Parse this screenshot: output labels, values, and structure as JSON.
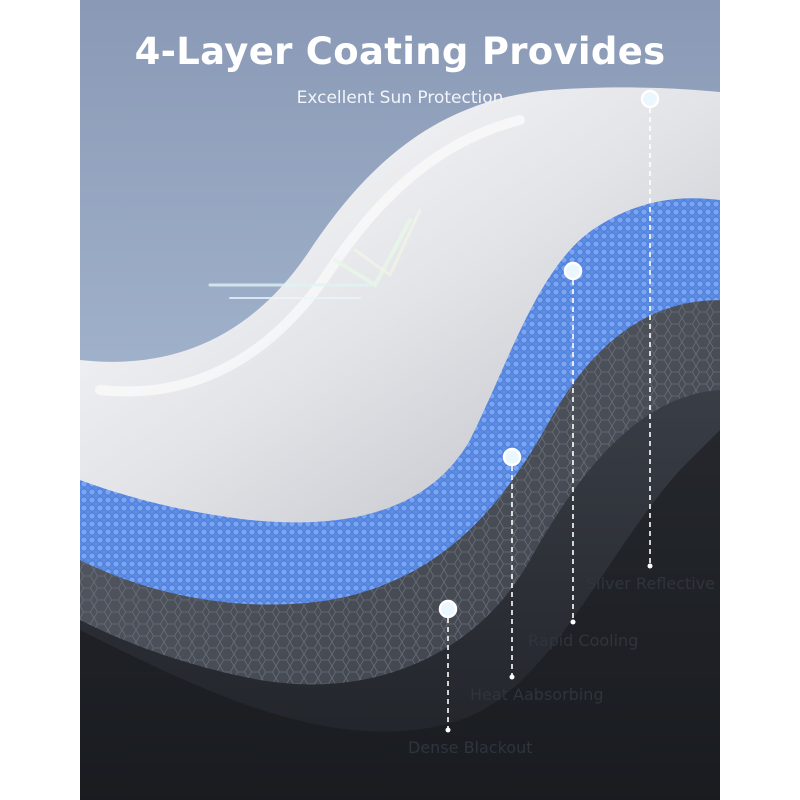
{
  "header": {
    "title": "4-Layer Coating Provides",
    "subtitle": "Excellent Sun Protection"
  },
  "layers": [
    {
      "label": "Silver Reflective",
      "marker_icon": "marker-dot-icon"
    },
    {
      "label": "Rapid Cooling",
      "marker_icon": "marker-dot-icon"
    },
    {
      "label": "Heat Aabsorbing",
      "marker_icon": "marker-dot-icon"
    },
    {
      "label": "Dense Blackout",
      "marker_icon": "marker-dot-icon"
    }
  ],
  "colors": {
    "background": "#9fb0ca",
    "silver": "#e6e7ea",
    "blue": "#5d8ee6",
    "gray": "#4a4f58",
    "black": "#26292f",
    "text": "#2f343d",
    "title": "#ffffff"
  }
}
